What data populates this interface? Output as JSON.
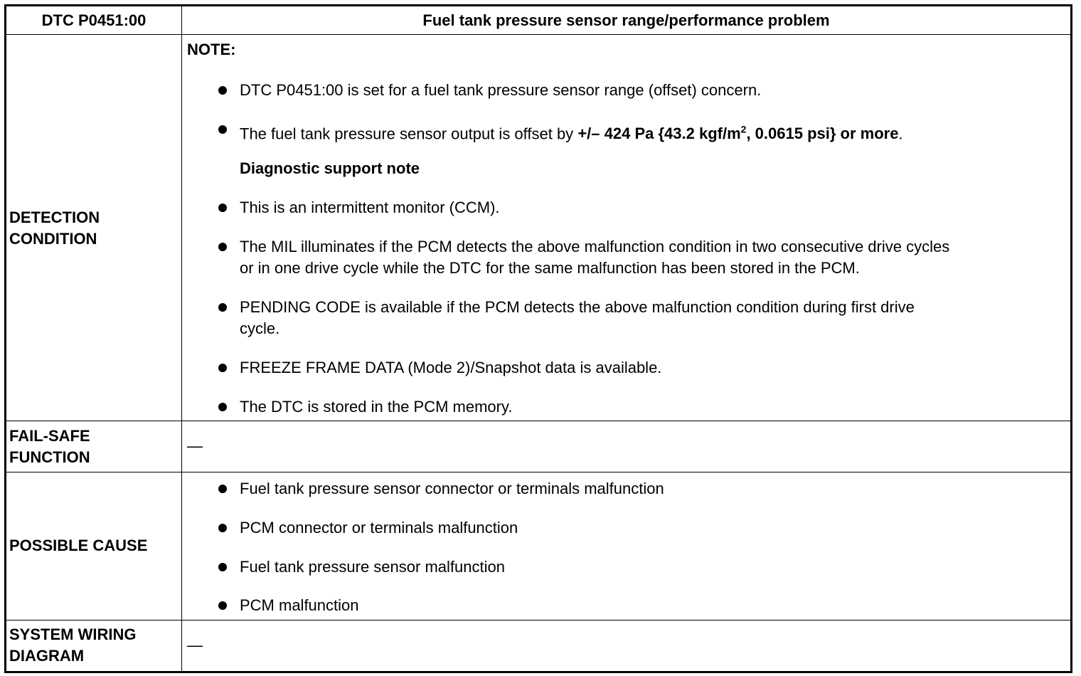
{
  "header": {
    "code": "DTC P0451:00",
    "title": "Fuel tank pressure sensor range/performance problem"
  },
  "detection": {
    "label_line1": "DETECTION",
    "label_line2": "CONDITION",
    "note_label": "NOTE:",
    "bullet1": "DTC P0451:00 is set for a fuel tank pressure sensor range (offset) concern.",
    "bullet2_prefix": "The fuel tank pressure sensor output is offset by ",
    "bullet2_bold": "+/– 424 Pa {43.2 kgf/m",
    "bullet2_sup": "2",
    "bullet2_bold_end": ", 0.0615 psi} or more",
    "bullet2_suffix": ".",
    "support_heading": "Diagnostic support note",
    "bullet3": "This is an intermittent monitor (CCM).",
    "bullet4_line1": "The MIL illuminates if the PCM detects the above malfunction condition in two consecutive drive cycles",
    "bullet4_line2": "or in one drive cycle while the DTC for the same malfunction has been stored in the PCM.",
    "bullet5_line1": "PENDING CODE is available if the PCM detects the above malfunction condition during first drive",
    "bullet5_line2": "cycle.",
    "bullet6": "FREEZE FRAME DATA (Mode 2)/Snapshot data is available.",
    "bullet7": "The DTC is stored in the PCM memory."
  },
  "failsafe": {
    "label_line1": "FAIL-SAFE",
    "label_line2": "FUNCTION",
    "value": "—"
  },
  "possible_cause": {
    "label": "POSSIBLE CAUSE",
    "items": [
      "Fuel tank pressure sensor connector or terminals malfunction",
      "PCM connector or terminals malfunction",
      "Fuel tank pressure sensor malfunction",
      "PCM malfunction"
    ]
  },
  "wiring": {
    "label_line1": "SYSTEM WIRING",
    "label_line2": "DIAGRAM",
    "value": "—"
  }
}
